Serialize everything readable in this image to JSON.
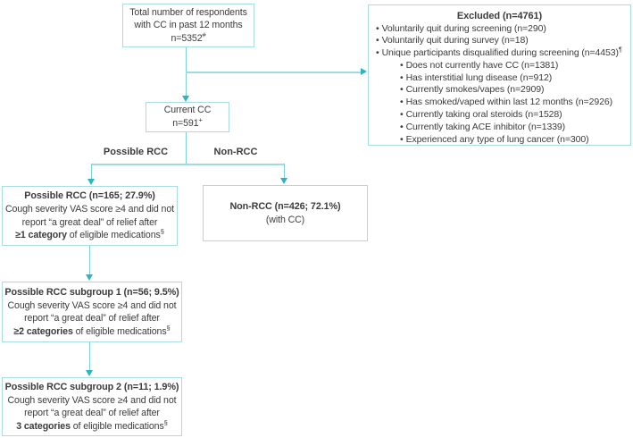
{
  "colors": {
    "box_border": "#a8dbe2",
    "connector_line": "#7dcfd8",
    "arrowhead": "#2eb3c3",
    "text": "#3b3b3b"
  },
  "bullet_char": "•",
  "total": {
    "line1": "Total number of respondents",
    "line2": "with CC in past 12 months",
    "n": "n=5352",
    "sup": "#"
  },
  "excluded": {
    "title": "Excluded (n=4761)",
    "items": [
      {
        "text": "Voluntarily quit during screening (n=290)",
        "sup": ""
      },
      {
        "text": "Voluntarily quit during survey (n=18)",
        "sup": ""
      },
      {
        "text": "Unique participants disqualified during screening (n=4453)",
        "sup": "¶"
      },
      {
        "text": "Does not currently have CC (n=1381)",
        "sup": ""
      },
      {
        "text": "Has interstitial lung disease (n=912)",
        "sup": ""
      },
      {
        "text": "Currently smokes/vapes (n=2909)",
        "sup": ""
      },
      {
        "text": "Has smoked/vaped within last 12 months (n=2926)",
        "sup": ""
      },
      {
        "text": "Currently taking oral steroids (n=1528)",
        "sup": ""
      },
      {
        "text": "Currently taking ACE inhibitor (n=1339)",
        "sup": ""
      },
      {
        "text": "Experienced any type of lung cancer (n=300)",
        "sup": ""
      }
    ]
  },
  "current": {
    "line1": "Current CC",
    "n": "n=591",
    "sup": "+"
  },
  "branch": {
    "left_label": "Possible RCC",
    "right_label": "Non-RCC"
  },
  "possible": {
    "title": "Possible RCC (n=165; 27.9%)",
    "line1": "Cough severity VAS score ≥4 and did not",
    "line2": "report “a great deal” of relief after",
    "bold": "≥1 category",
    "rest": " of eligible medications",
    "sup": "§"
  },
  "nonrcc": {
    "title": "Non-RCC (n=426; 72.1%)",
    "subtitle": "(with CC)"
  },
  "subgroup1": {
    "title": "Possible RCC subgroup 1 (n=56; 9.5%)",
    "line1": "Cough severity VAS score ≥4 and did not",
    "line2": "report “a great deal” of relief after",
    "bold": "≥2 categories",
    "rest": " of eligible medications",
    "sup": "§"
  },
  "subgroup2": {
    "title": "Possible RCC subgroup 2 (n=11; 1.9%)",
    "line1": "Cough severity VAS score ≥4 and did not",
    "line2": "report “a great deal” of relief after",
    "bold": "3 categories",
    "rest": " of eligible medications",
    "sup": "§"
  }
}
